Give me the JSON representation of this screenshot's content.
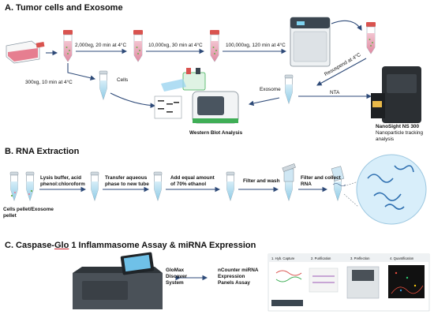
{
  "sections": {
    "a": {
      "title": "A. Tumor cells and Exosome",
      "steps": [
        "2,000xg, 20 min at 4°C",
        "10,000xg, 30 min at 4°C",
        "100,000xg, 120 min at 4°C"
      ],
      "cells_step": "300xg, 10 min at 4°C",
      "cells_label": "Cells",
      "resuspend": "Resuspend at 4°C",
      "exosome": "Exosome",
      "nta": "NTA",
      "western": "Western Blot Analysis",
      "nanosight_line1": "NanoSight NS 300",
      "nanosight_line2": "Nanoparticle tracking",
      "nanosight_line3": "analysis"
    },
    "b": {
      "title": "B. RNA Extraction",
      "start_label_line1": "Cells pellet/Exosome",
      "start_label_line2": "pellet",
      "steps": [
        [
          "Lysis buffer, acid",
          "phenol:chloroform"
        ],
        [
          "Transfer aqueous",
          "phase to new tube"
        ],
        [
          "Add equal amount",
          "of 70% ethanol"
        ],
        [
          "Filter and wash"
        ],
        [
          "Filter and collect",
          "RNA"
        ]
      ]
    },
    "c": {
      "title_prefix": "C. Caspase-",
      "title_glo": "Glo",
      "title_suffix": " 1 Inflammasome Assay & miRNA Expression",
      "glomax": [
        "GloMax",
        "Discover",
        "System"
      ],
      "ncounter": [
        "nCounter miRNA",
        "Expression",
        "Panels Assay"
      ],
      "panel_steps": [
        "1. Hyb. Capture",
        "2. Purification",
        "3. Preflection",
        "4. Quantification"
      ]
    }
  },
  "colors": {
    "arrow": "#2e4a78",
    "tube_liquid": "#b9dff0",
    "pink": "#e8a0b4",
    "cap_red": "#d9534f",
    "green_cap": "#3fae56",
    "flask_pink": "#e67e90"
  }
}
